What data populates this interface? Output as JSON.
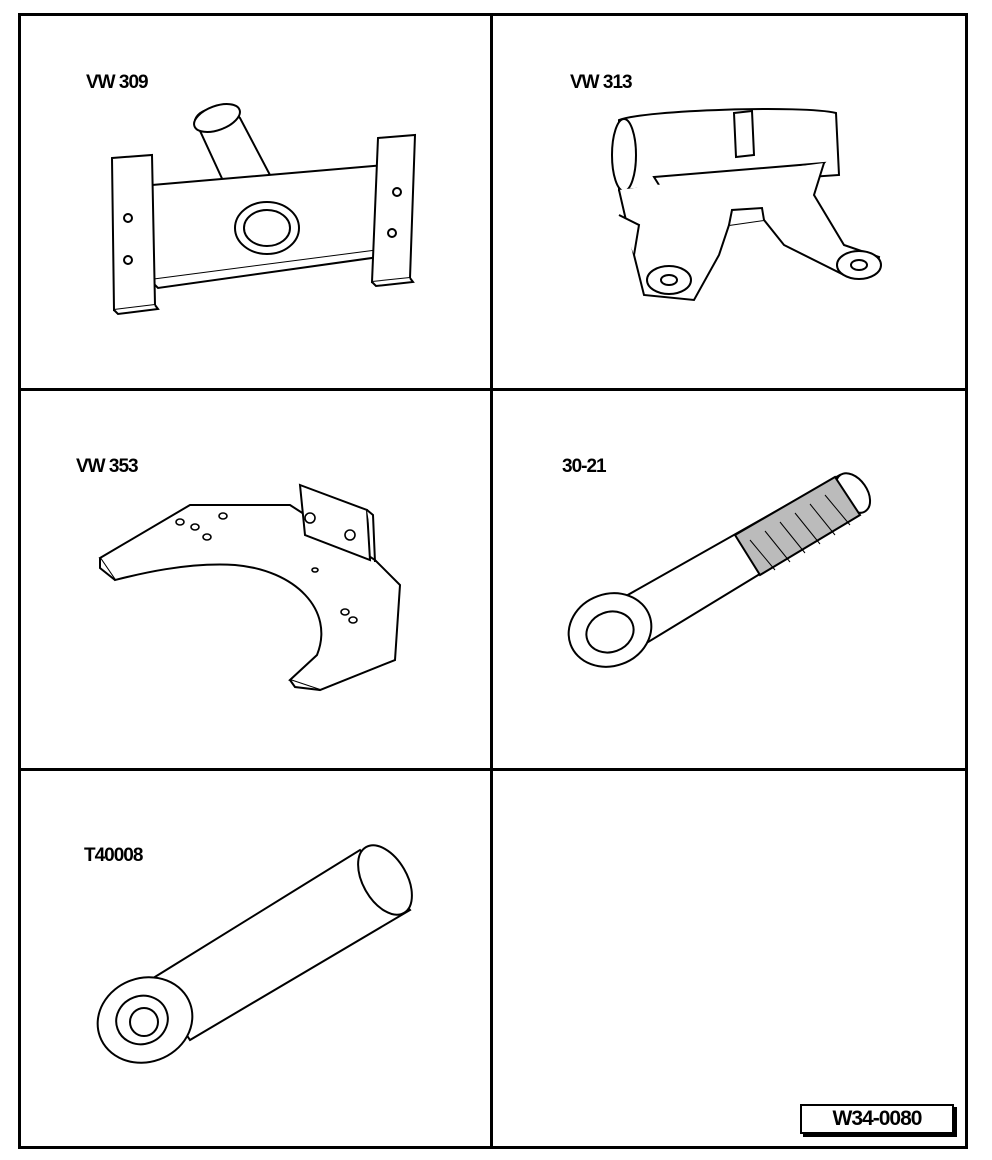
{
  "tools": [
    {
      "label": "VW 309"
    },
    {
      "label": "VW 313"
    },
    {
      "label": "VW 353"
    },
    {
      "label": "30-21"
    },
    {
      "label": "T40008"
    }
  ],
  "reference": "W34-0080"
}
